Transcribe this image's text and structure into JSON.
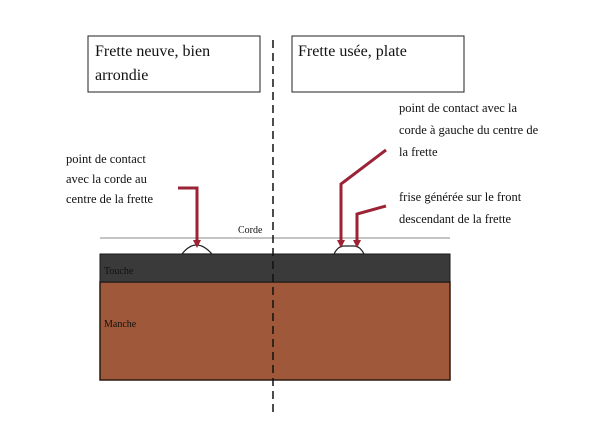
{
  "boxes": {
    "left_line1": "Frette neuve, bien",
    "left_line2": "arrondie",
    "right_line1": "Frette usée, plate"
  },
  "labels": {
    "corde": "Corde",
    "touche": "Touche",
    "manche": "Manche"
  },
  "annotations": {
    "left_line1": "point de contact",
    "left_line2": "avec la corde au",
    "left_line3": "centre de la frette",
    "right_top_line1": "point de contact avec la",
    "right_top_line2": "corde à gauche du centre de",
    "right_top_line3": "la frette",
    "right_bottom_line1": "frise générée sur le front",
    "right_bottom_line2": "descendant de la frette"
  },
  "colors": {
    "arrow": "#9b2335",
    "touche": "#3a3a3a",
    "manche": "#a0583a",
    "string": "#888888"
  }
}
